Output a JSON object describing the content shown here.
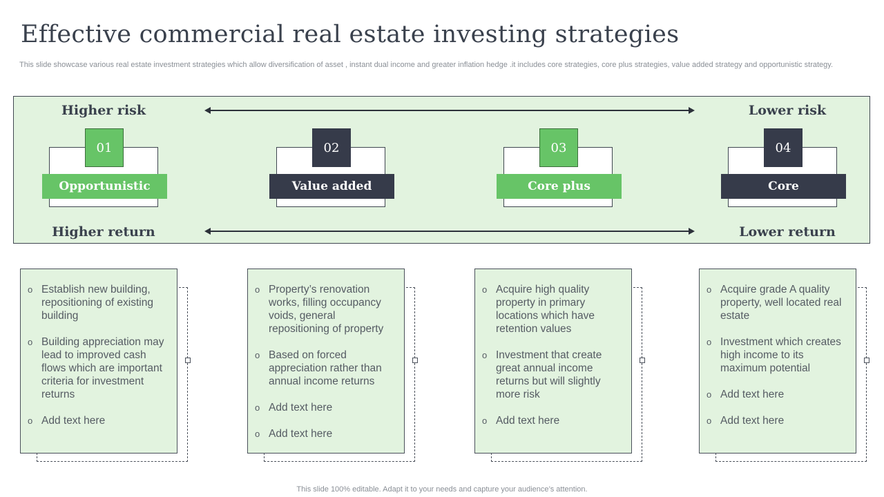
{
  "title": "Effective commercial real estate investing strategies",
  "subtitle": "This slide showcase various real estate investment strategies which allow diversification of asset , instant dual income and  greater inflation hedge .it includes core strategies, core plus strategies, value added strategy and opportunistic strategy.",
  "banner": {
    "higher_risk": "Higher risk",
    "lower_risk": "Lower risk",
    "higher_return": "Higher return",
    "lower_return": "Lower return"
  },
  "colors": {
    "green": "#67c467",
    "dark": "#363b4a",
    "panel": "#e2f3df"
  },
  "stages": [
    {
      "num": "01",
      "label": "Opportunistic"
    },
    {
      "num": "02",
      "label": "Value added"
    },
    {
      "num": "03",
      "label": "Core plus"
    },
    {
      "num": "04",
      "label": "Core"
    }
  ],
  "cards": [
    {
      "items": [
        "Establish new building, repositioning of existing building",
        "Building appreciation may lead to improved cash flows which are important criteria for investment  returns",
        "Add text here"
      ]
    },
    {
      "items": [
        "Property’s renovation works, filling occupancy voids, general repositioning of property",
        "Based on forced appreciation rather than annual income returns",
        "Add text here",
        "Add text here"
      ]
    },
    {
      "items": [
        "Acquire high quality property in primary locations which have retention values",
        "Investment  that  create great annual income returns but will slightly more risk",
        "Add text here"
      ]
    },
    {
      "items": [
        "Acquire grade A quality property, well located real estate",
        "Investment  which creates high income to its maximum potential",
        "Add text here",
        "Add text here"
      ]
    }
  ],
  "footer": "This slide 100% editable. Adapt it to your needs and capture your audience’s attention."
}
